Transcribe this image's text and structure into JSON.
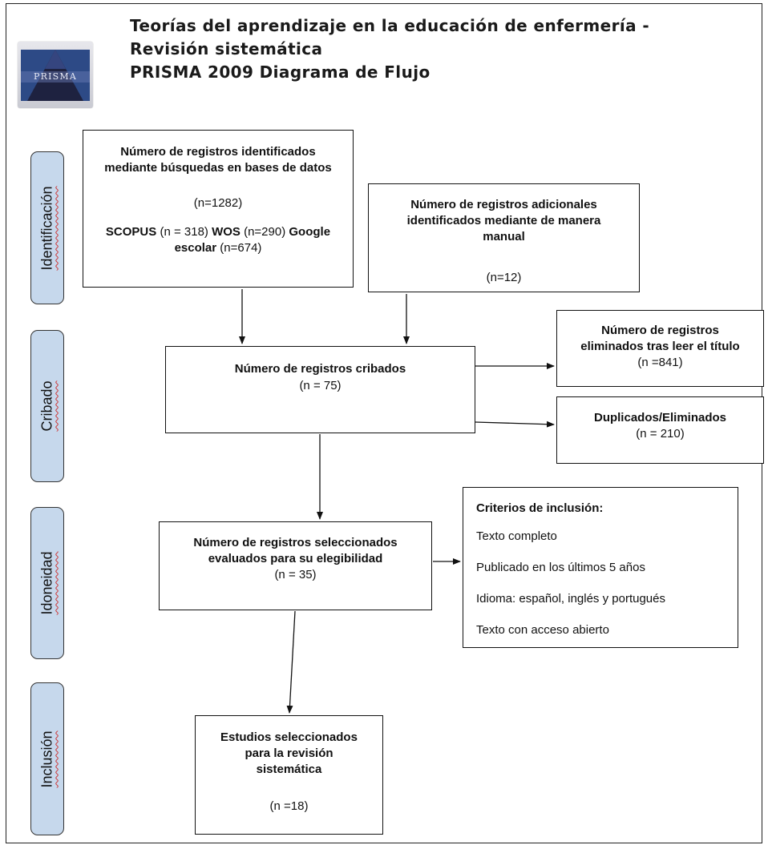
{
  "header": {
    "title_line1": "Teorías del aprendizaje en la educación de enfermería -",
    "title_line2": "Revisión sistemática",
    "title_line3": "PRISMA 2009 Diagrama de Flujo",
    "logo_text": "PRISMA"
  },
  "stages": {
    "identificacion": "Identificación",
    "cribado": "Cribado",
    "idoneidad": "Idoneidad",
    "inclusion": "Inclusión"
  },
  "boxes": {
    "identified": {
      "line1": "Número de registros identificados",
      "line2": "mediante búsquedas en bases de datos",
      "count": "(n=1282)",
      "scopus_label": "SCOPUS",
      "scopus_n": " (n = 318) ",
      "wos_label": "WOS",
      "wos_n": " (n=290) ",
      "google_label1": "Google",
      "google_label2": "escolar",
      "google_n": " (n=674)"
    },
    "additional": {
      "line1": "Número de registros adicionales",
      "line2": "identificados mediante de manera",
      "line3": "manual",
      "count": "(n=12)"
    },
    "screened": {
      "line1": "Número de registros cribados",
      "count": "(n = 75)"
    },
    "removed_title": {
      "line1": "Número de registros",
      "line2": "eliminados tras leer el título",
      "count": "(n =841)"
    },
    "duplicates": {
      "line1": "Duplicados/Eliminados",
      "count": "(n = 210)"
    },
    "eligibility": {
      "line1": "Número de registros seleccionados",
      "line2": "evaluados para su elegibilidad",
      "count": "(n = 35)"
    },
    "criteria": {
      "heading": "Criterios de inclusión:",
      "items": [
        "Texto completo",
        "Publicado en los últimos 5 años",
        "Idioma: español, inglés y portugués",
        "Texto con acceso abierto"
      ]
    },
    "included": {
      "line1": "Estudios seleccionados",
      "line2": "para la revisión",
      "line3": "sistemática",
      "count": "(n =18)"
    }
  }
}
